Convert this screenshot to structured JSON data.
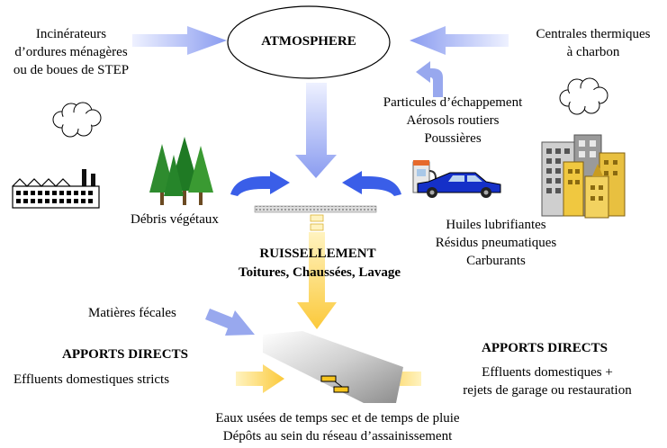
{
  "atmosphere": "ATMOSPHERE",
  "sources": {
    "incinerators": [
      "Incinérateurs",
      "d’ordures ménagères",
      "ou de boues de STEP"
    ],
    "power_plants": [
      "Centrales thermiques",
      "à charbon"
    ],
    "exhaust": [
      "Particules d’échappement",
      "Aérosols routiers",
      "Poussières"
    ],
    "plant_debris": "Débris végétaux",
    "vehicle_fluids": [
      "Huiles lubrifiantes",
      "Résidus pneumatiques",
      "Carburants"
    ],
    "fecal": "Matières fécales"
  },
  "runoff": {
    "title": "RUISSELLEMENT",
    "subtitle": "Toitures, Chaussées, Lavage"
  },
  "direct_left": {
    "title": "APPORTS DIRECTS",
    "text": "Effluents domestiques stricts"
  },
  "direct_right": {
    "title": "APPORTS DIRECTS",
    "lines": [
      "Effluents domestiques +",
      "rejets de garage ou restauration"
    ]
  },
  "bottom": [
    "Eaux usées de temps sec et de temps de pluie",
    "Dépôts au sein du réseau d’assainissement"
  ],
  "colors": {
    "blue_arrow": "#98a8ee",
    "yellow_arrow": "#fcd34d",
    "tree_green": "#2e8b2e",
    "car_blue": "#1530c8"
  }
}
